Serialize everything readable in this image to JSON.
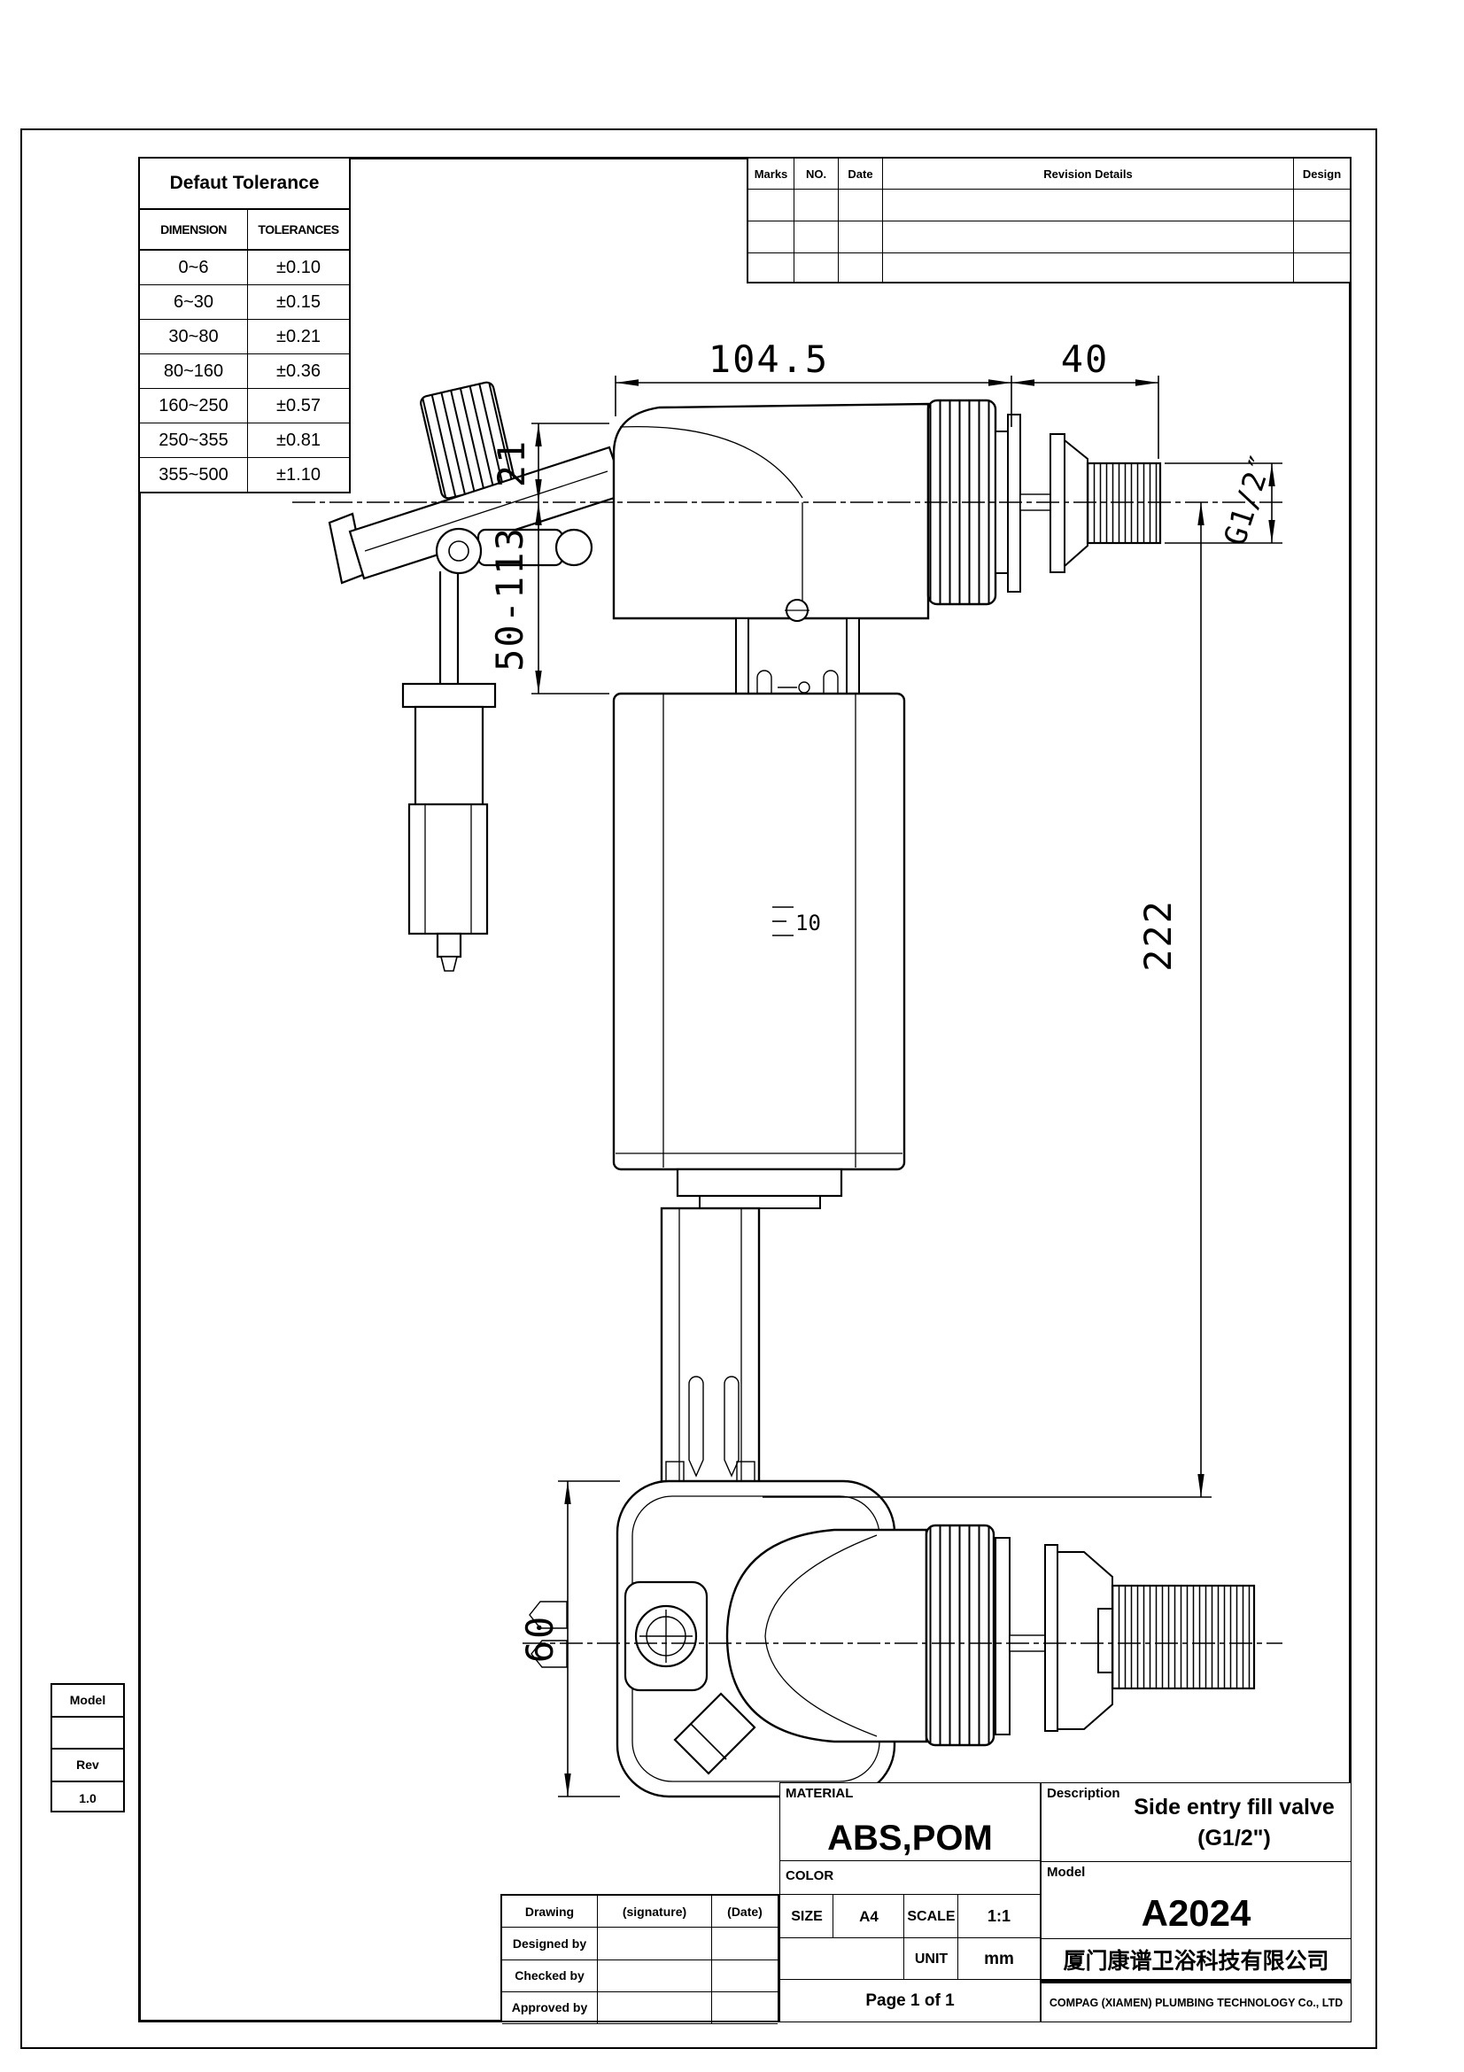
{
  "tolerance_table": {
    "title": "Defaut Tolerance",
    "col_dimension": "DIMENSION",
    "col_tolerances": "TOLERANCES",
    "rows": [
      {
        "dimension": "0~6",
        "tolerance": "±0.10"
      },
      {
        "dimension": "6~30",
        "tolerance": "±0.15"
      },
      {
        "dimension": "30~80",
        "tolerance": "±0.21"
      },
      {
        "dimension": "80~160",
        "tolerance": "±0.36"
      },
      {
        "dimension": "160~250",
        "tolerance": "±0.57"
      },
      {
        "dimension": "250~355",
        "tolerance": "±0.81"
      },
      {
        "dimension": "355~500",
        "tolerance": "±1.10"
      }
    ]
  },
  "revision_table": {
    "col_marks": "Marks",
    "col_no": "NO.",
    "col_date": "Date",
    "col_details": "Revision Details",
    "col_design": "Design"
  },
  "model_box": {
    "model_label": "Model",
    "model_value": "",
    "rev_label": "Rev",
    "rev_value": "1.0"
  },
  "signature_table": {
    "col1": "Drawing",
    "col2": "(signature)",
    "col3": "(Date)",
    "rows": [
      {
        "label": "Designed by"
      },
      {
        "label": "Checked by"
      },
      {
        "label": "Approved by"
      }
    ]
  },
  "title_block": {
    "material_label": "MATERIAL",
    "material_value": "ABS,POM",
    "color_label": "COLOR",
    "color_value": "",
    "size_label": "SIZE",
    "size_value": "A4",
    "scale_label": "SCALE",
    "scale_value": "1:1",
    "unit_label": "UNIT",
    "unit_value": "mm",
    "page_text": "Page 1 of 1",
    "description_label": "Description",
    "description_value": "Side entry fill valve (G1/2\")",
    "model_label": "Model",
    "model_value": "A2024",
    "company_cn": "厦门康谱卫浴科技有限公司",
    "company_en": "COMPAG (XIAMEN) PLUMBING TECHNOLOGY Co., LTD"
  },
  "drawing": {
    "dim_body_width": "104.5",
    "dim_thread_length": "40",
    "dim_inlet_offset": "21",
    "dim_height_range": "50-113",
    "dim_total_height": "222",
    "dim_float_width": "60",
    "dim_thread_size": "G1/2″",
    "scale_mark": "10"
  }
}
